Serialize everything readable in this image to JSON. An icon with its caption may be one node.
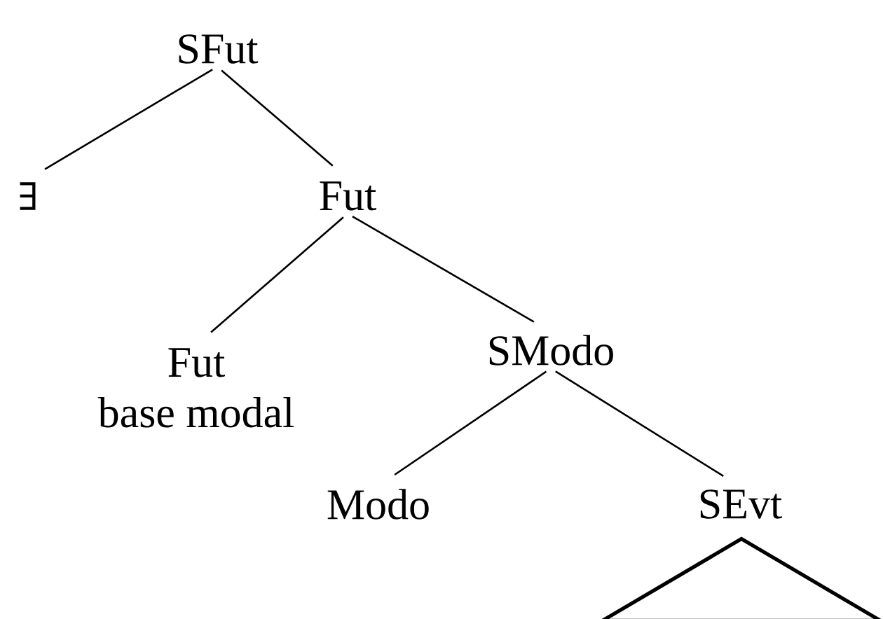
{
  "diagram": {
    "nodes": [
      {
        "text": [
          "SFut"
        ]
      },
      {
        "text": [
          "∃"
        ]
      },
      {
        "text": [
          "Fut"
        ]
      },
      {
        "text": [
          "Fut",
          "base modal"
        ]
      },
      {
        "text": [
          "SModo"
        ]
      },
      {
        "text": [
          "Modo"
        ]
      },
      {
        "text": [
          "SEvt"
        ]
      },
      {
        "text": [],
        "shape": "triangle"
      }
    ],
    "edges": [
      {
        "from": 0,
        "to": 1,
        "arrow": "none"
      },
      {
        "from": 0,
        "to": 2,
        "arrow": "none"
      },
      {
        "from": 2,
        "to": 3,
        "arrow": "none"
      },
      {
        "from": 2,
        "to": 4,
        "arrow": "none"
      },
      {
        "from": 4,
        "to": 5,
        "arrow": "none"
      },
      {
        "from": 4,
        "to": 6,
        "arrow": "none"
      }
    ]
  }
}
